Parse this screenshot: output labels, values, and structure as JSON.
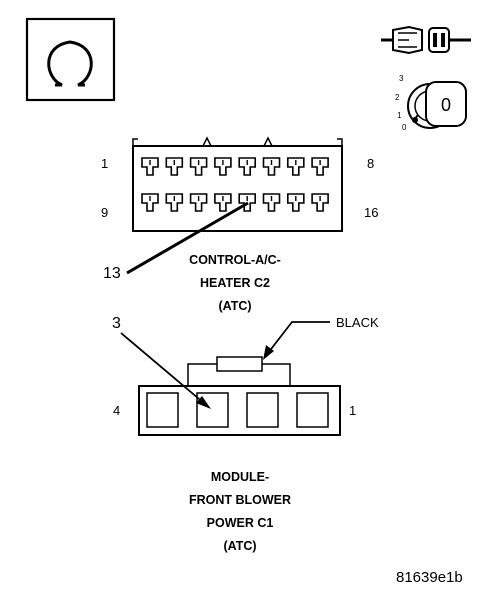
{
  "ohm_symbol": {
    "icon": "ohmmeter-icon",
    "glyph": "Ω"
  },
  "connector_icon": {
    "icon": "unplugged-connector-icon"
  },
  "ignition_switch": {
    "icon": "ignition-key-icon",
    "positions": [
      "3",
      "2",
      "1",
      "0"
    ],
    "key_label": "0"
  },
  "connector_c2": {
    "pins_top_left": "1",
    "pins_top_right": "8",
    "pins_bottom_left": "9",
    "pins_bottom_right": "16",
    "callout_pin": "13",
    "caption": [
      "CONTROL-A/C-",
      "HEATER C2",
      "(ATC)"
    ]
  },
  "connector_c1": {
    "callout_pin": "3",
    "wire_color": "BLACK",
    "pin_left": "4",
    "pin_right": "1",
    "caption": [
      "MODULE-",
      "FRONT BLOWER",
      "POWER C1",
      "(ATC)"
    ]
  },
  "figure_id": "81639e1b"
}
